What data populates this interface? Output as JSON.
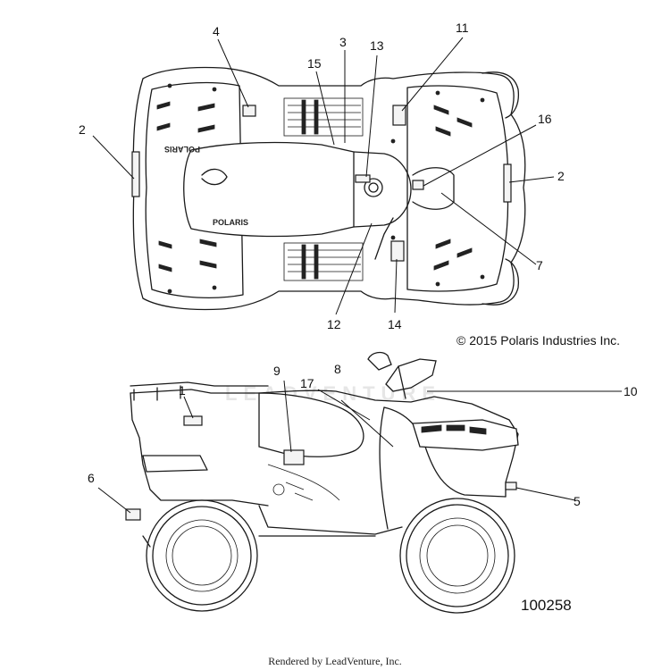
{
  "diagram": {
    "copyright": "© 2015 Polaris Industries Inc.",
    "part_number": "100258",
    "footer": "Rendered by LeadVenture, Inc.",
    "watermark": "LEADVENTURE",
    "brand_mark": "POLARIS",
    "callouts": {
      "c1": "1",
      "c2a": "2",
      "c2b": "2",
      "c3": "3",
      "c4": "4",
      "c5": "5",
      "c6": "6",
      "c7": "7",
      "c8": "8",
      "c9": "9",
      "c10": "10",
      "c11": "11",
      "c12": "12",
      "c13": "13",
      "c14": "14",
      "c15": "15",
      "c16": "16",
      "c17": "17"
    }
  }
}
